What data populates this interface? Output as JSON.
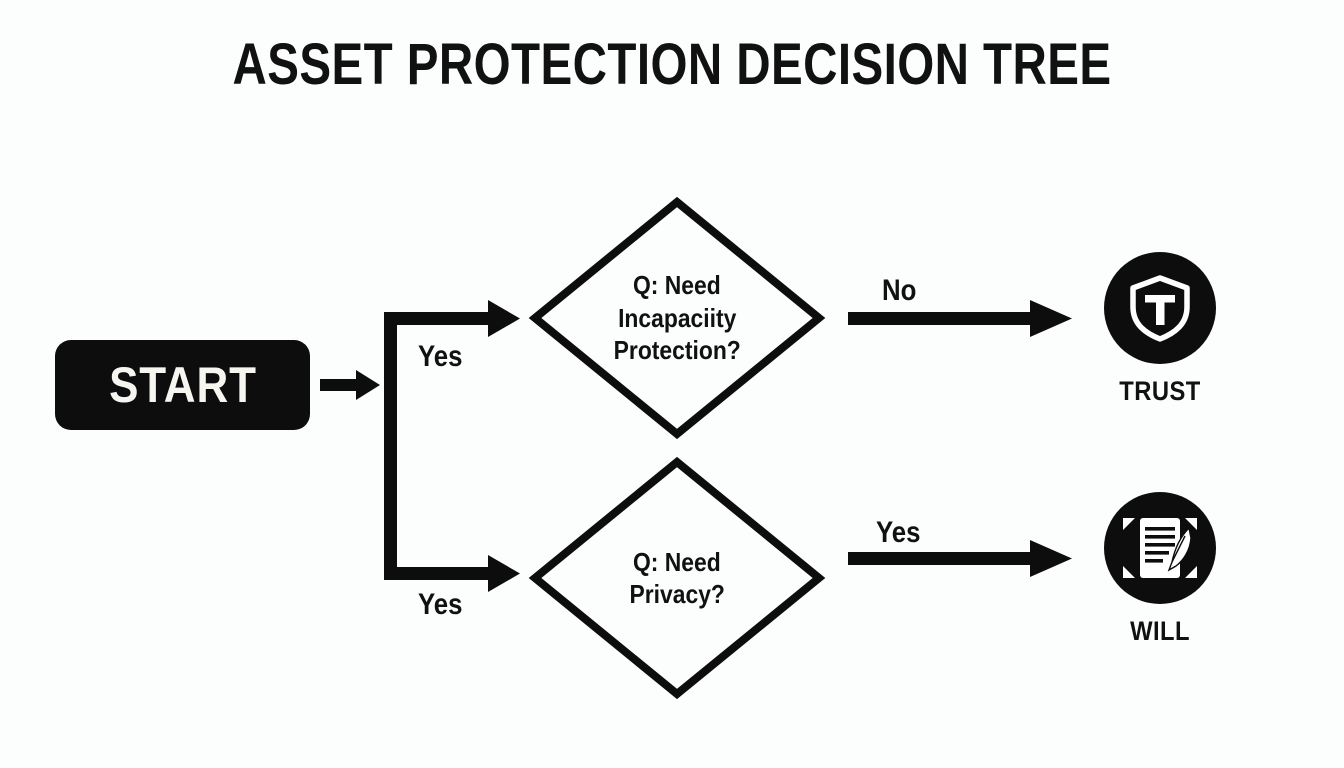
{
  "page": {
    "title": "ASSET PROTECTION DECISION TREE",
    "background_color": "#fcfdfd",
    "ink_color": "#0d0d0d"
  },
  "chart_data": {
    "type": "diagram",
    "title": "ASSET PROTECTION DECISION TREE",
    "nodes": [
      {
        "id": "start",
        "shape": "rounded-rect",
        "label": "START"
      },
      {
        "id": "q1",
        "shape": "diamond",
        "label": "Q: Need Incapaciity Protection?"
      },
      {
        "id": "q2",
        "shape": "diamond",
        "label": "Q: Need Privacy?"
      },
      {
        "id": "trust",
        "shape": "circle-icon",
        "label": "TRUST",
        "icon": "shield-t-icon"
      },
      {
        "id": "will",
        "shape": "circle-icon",
        "label": "WILL",
        "icon": "document-quill-icon"
      }
    ],
    "edges": [
      {
        "from": "start",
        "to": "q1",
        "label": "Yes"
      },
      {
        "from": "start",
        "to": "q2",
        "label": "Yes"
      },
      {
        "from": "q1",
        "to": "trust",
        "label": "No"
      },
      {
        "from": "q2",
        "to": "will",
        "label": "Yes"
      }
    ]
  },
  "start_node": {
    "label": "START"
  },
  "decisions": [
    {
      "line1": "Q: Need",
      "line2": "Incapaciity",
      "line3": "Protection?"
    },
    {
      "line1": "Q: Need",
      "line2": "Privacy?"
    }
  ],
  "edge_labels": {
    "yes_top": "Yes",
    "yes_bottom": "Yes",
    "no_right": "No",
    "yes_right": "Yes"
  },
  "outcomes": [
    {
      "label": "TRUST",
      "icon": "shield-t-icon"
    },
    {
      "label": "WILL",
      "icon": "document-quill-icon"
    }
  ]
}
